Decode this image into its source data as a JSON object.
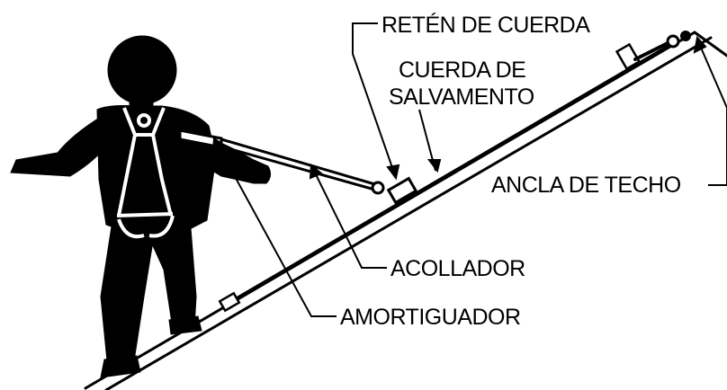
{
  "labels": {
    "rope_grab": "RETÉN DE CUERDA",
    "lifeline_line1": "CUERDA DE",
    "lifeline_line2": "SALVAMENTO",
    "roof_anchor": "ANCLA DE TECHO",
    "lanyard": "ACOLLADOR",
    "shock_absorber": "AMORTIGUADOR"
  },
  "colors": {
    "ink": "#000000",
    "background": "#ffffff"
  }
}
